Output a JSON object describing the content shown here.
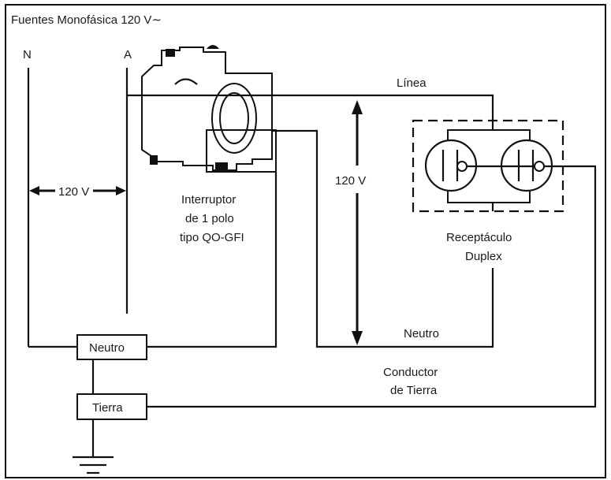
{
  "title": "Fuentes Monofásica 120 V∼",
  "labels": {
    "n": "N",
    "a": "A",
    "linea": "Línea",
    "volt_vertical": "120 V",
    "volt_horizontal": "120 V",
    "breaker_line1": "Interruptor",
    "breaker_line2": "de 1 polo",
    "breaker_line3": "tipo QO-GFI",
    "receptacle_line1": "Receptáculo",
    "receptacle_line2": "Duplex",
    "neutro_wire": "Neutro",
    "conductor_line1": "Conductor",
    "conductor_line2": "de Tierra",
    "neutro_box": "Neutro",
    "tierra_box": "Tierra"
  }
}
